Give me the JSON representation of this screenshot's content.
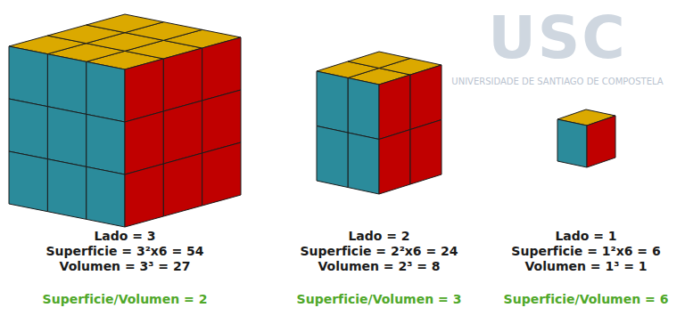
{
  "diagram": {
    "labels": [
      "Lado = 3",
      "Superficie = 3²x6 = 54",
      "Volumen = 3³ = 27",
      "Superficie/Volumen = 2",
      "Lado = 2",
      "Superficie = 2²x6 = 24",
      "Volumen = 2³ = 8",
      "Superficie/Volumen = 3",
      "Lado = 1",
      "Superficie = 1²x6 = 6",
      "Volumen = 1³ = 1",
      "Superficie/Volumen = 6",
      "USC",
      "UNIVERSIDADE DE SANTIAGO DE COMPOSTELA"
    ]
  }
}
